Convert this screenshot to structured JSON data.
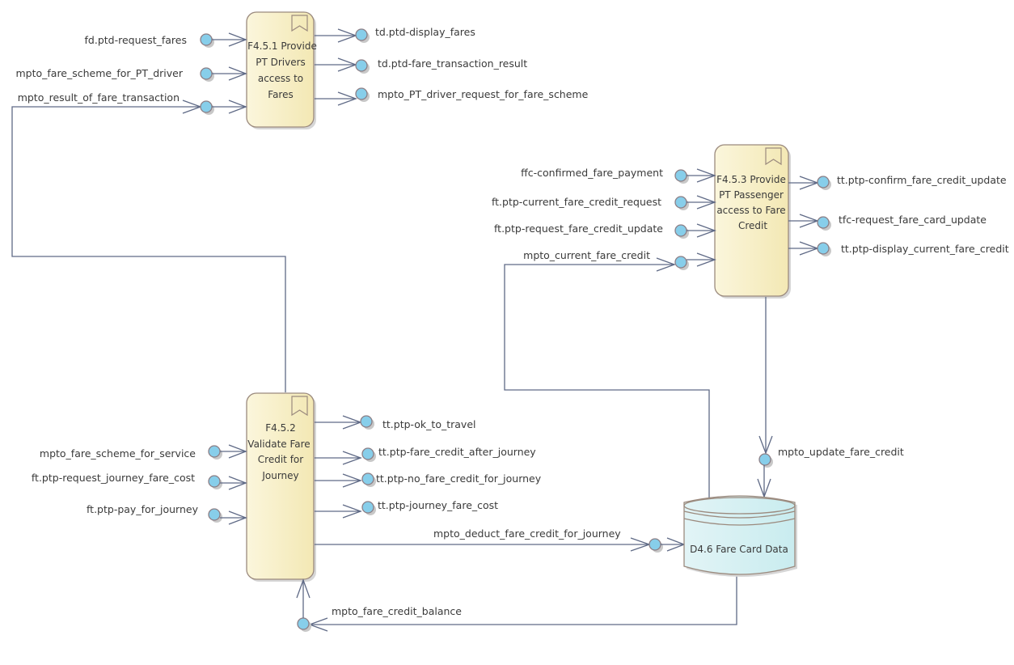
{
  "processes": [
    {
      "id": "F4.5.1",
      "lines": [
        "F4.5.1 Provide",
        "PT Drivers",
        "access to",
        "Fares"
      ]
    },
    {
      "id": "F4.5.2",
      "lines": [
        "F4.5.2",
        "Validate Fare",
        "Credit for",
        "Journey"
      ]
    },
    {
      "id": "F4.5.3",
      "lines": [
        "F4.5.3 Provide",
        "PT Passenger",
        "access to Fare",
        "Credit"
      ]
    }
  ],
  "datastore": {
    "label": "D4.6 Fare Card Data"
  },
  "flows": {
    "p1_in": [
      "fd.ptd-request_fares",
      "mpto_fare_scheme_for_PT_driver",
      "mpto_result_of_fare_transaction"
    ],
    "p1_out": [
      "td.ptd-display_fares",
      "td.ptd-fare_transaction_result",
      "mpto_PT_driver_request_for_fare_scheme"
    ],
    "p3_in": [
      "ffc-confirmed_fare_payment",
      "ft.ptp-current_fare_credit_request",
      "ft.ptp-request_fare_credit_update",
      "mpto_current_fare_credit"
    ],
    "p3_out": [
      "tt.ptp-confirm_fare_credit_update",
      "tfc-request_fare_card_update",
      "tt.ptp-display_current_fare_credit"
    ],
    "p2_in": [
      "mpto_fare_scheme_for_service",
      "ft.ptp-request_journey_fare_cost",
      "ft.ptp-pay_for_journey"
    ],
    "p2_out": [
      "tt.ptp-ok_to_travel",
      "tt.ptp-fare_credit_after_journey",
      "tt.ptp-no_fare_credit_for_journey",
      "tt.ptp-journey_fare_cost"
    ],
    "update": "mpto_update_fare_credit",
    "deduct": "mpto_deduct_fare_credit_for_journey",
    "balance": "mpto_fare_credit_balance"
  }
}
